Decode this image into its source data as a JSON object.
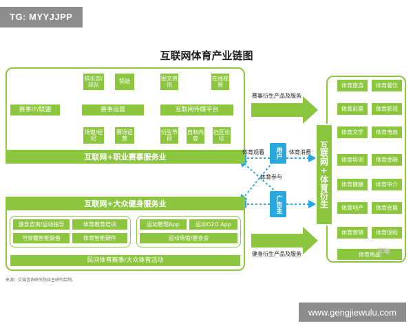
{
  "tag": "TG: MYYJJPP",
  "title": "互联网体育产业链图",
  "top_panel": {
    "league": "赛事IP/联盟",
    "ops_center": "赛事运营",
    "media_center": "互联网传媒平台",
    "ops_top": [
      "俱乐部/球队",
      "赞助"
    ],
    "ops_bottom": [
      "场馆/经纪",
      "赛场运营"
    ],
    "media_top": [
      "图文资讯",
      "在线视频"
    ],
    "media_bottom": [
      "衍生节目",
      "自制内容",
      "社区论坛"
    ],
    "bar": "互联网+职业赛事服务业"
  },
  "bottom_panel": {
    "bar": "互联网+大众健身服务业",
    "left": [
      "健身咨询/运动指导",
      "体育教育培训",
      "可穿戴智能装备",
      "体育智能硬件"
    ],
    "right": [
      "运动管理App",
      "运动O2O App",
      "运动场馆/健身房"
    ],
    "footer": "民间体育赛事/大众体育活动"
  },
  "flow": {
    "top_arrow": "赛事衍生产品及服务",
    "bottom_arrow": "健身衍生产品及服务",
    "watch": "体育观看",
    "consume": "体育消费",
    "participate": "体育参与",
    "user": "用户",
    "advertiser": "广告主"
  },
  "derivative": {
    "vertical": "互联网+体育衍生",
    "left": [
      "体育旅游",
      "体育彩票",
      "体育文学",
      "体育培训",
      "体育健康",
      "体育地产",
      "体育营销"
    ],
    "right": [
      "体育餐饮",
      "体育影视",
      "体育电商",
      "体育金融",
      "体育中介",
      "体育会展",
      "体育保险"
    ],
    "bottom": "体育用品"
  },
  "source": "来源：艾瑞咨询研究院自主研究绘制。",
  "watermark": "艾瑞",
  "url": "www.gengjiewulu.com",
  "colors": {
    "green": "#8cc63f",
    "blue": "#29a8e0",
    "grey": "#8d8d8d"
  }
}
